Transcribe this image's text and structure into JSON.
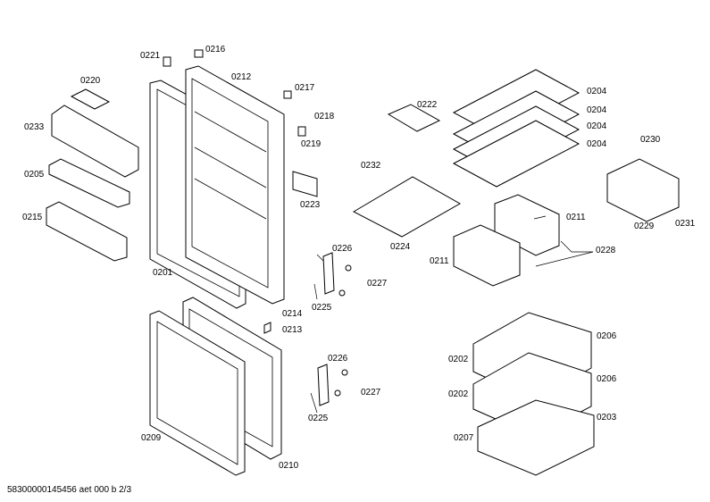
{
  "labels": {
    "p0221": "0221",
    "p0216": "0216",
    "p0212": "0212",
    "p0220": "0220",
    "p0217": "0217",
    "p0218": "0218",
    "p0219": "0219",
    "p0233": "0233",
    "p0205": "0205",
    "p0215": "0215",
    "p0223": "0223",
    "p0201": "0201",
    "p0222": "0222",
    "p0232": "0232",
    "p0224": "0224",
    "p0204a": "0204",
    "p0204b": "0204",
    "p0204c": "0204",
    "p0204d": "0204",
    "p0230": "0230",
    "p0229": "0229",
    "p0231": "0231",
    "p0211a": "0211",
    "p0211b": "0211",
    "p0228": "0228",
    "p0226a": "0226",
    "p0227a": "0227",
    "p0225a": "0225",
    "p0214": "0214",
    "p0213": "0213",
    "p0226b": "0226",
    "p0227b": "0227",
    "p0225b": "0225",
    "p0209": "0209",
    "p0210": "0210",
    "p0206a": "0206",
    "p0202a": "0202",
    "p0206b": "0206",
    "p0202b": "0202",
    "p0203": "0203",
    "p0207": "0207"
  },
  "footer": "58300000145456 aet 000 b 2/3"
}
